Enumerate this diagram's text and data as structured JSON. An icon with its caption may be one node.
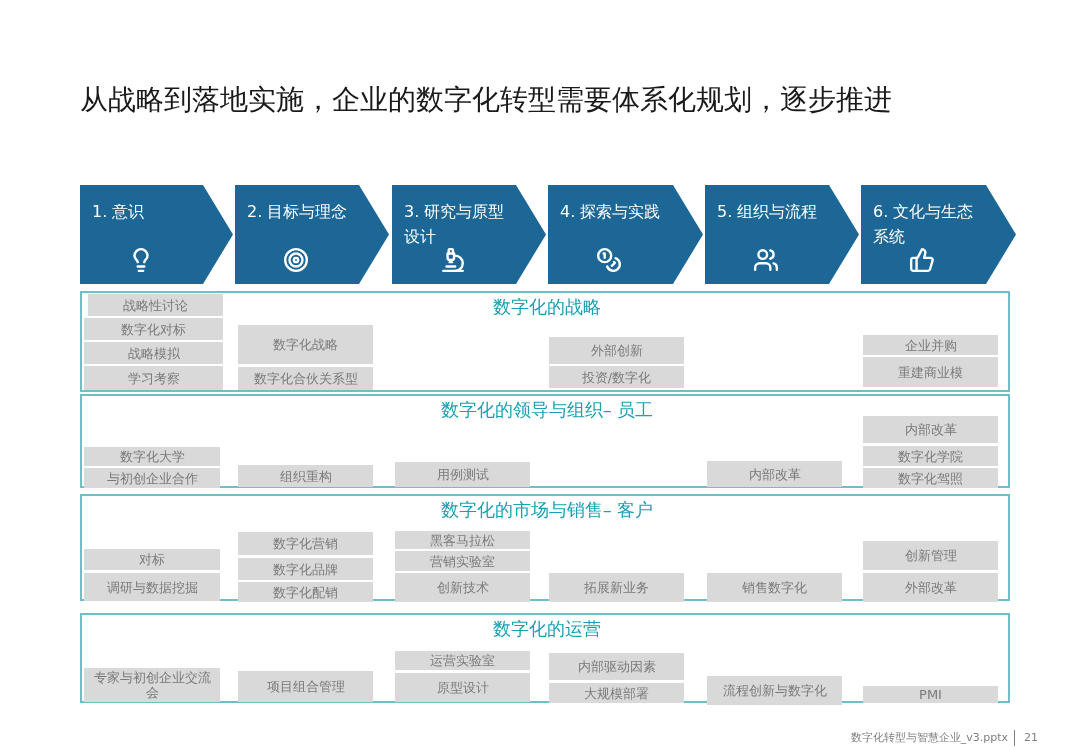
{
  "diagram": {
    "title": "从战略到落地实施，企业的数字化转型需要体系化规划，逐步推进",
    "nodes": [
      {
        "text": [
          "1. 意识"
        ]
      },
      {
        "text": [
          "2. 目标与理念"
        ]
      },
      {
        "text": [
          "3. 研究与原型设计"
        ]
      },
      {
        "text": [
          "4. 探索与实践"
        ]
      },
      {
        "text": [
          "5. 组织与流程"
        ]
      },
      {
        "text": [
          "6. 文化与生态系统"
        ]
      },
      {
        "text": [
          "数字化的战略"
        ]
      },
      {
        "text": [
          "战略性讨论"
        ],
        "in": 6
      },
      {
        "text": [
          "数字化对标"
        ],
        "in": 6
      },
      {
        "text": [
          "战略模拟"
        ],
        "in": 6
      },
      {
        "text": [
          "学习考察"
        ],
        "in": 6
      },
      {
        "text": [
          "数字化战略"
        ],
        "in": 6
      },
      {
        "text": [
          "数字化合伙关系型"
        ],
        "in": 6
      },
      {
        "text": [
          "外部创新"
        ],
        "in": 6
      },
      {
        "text": [
          "投资/数字化"
        ],
        "in": 6
      },
      {
        "text": [
          "企业并购"
        ],
        "in": 6
      },
      {
        "text": [
          "重建商业模"
        ],
        "in": 6
      },
      {
        "text": [
          "数字化的领导与组织– 员工"
        ]
      },
      {
        "text": [
          "数字化大学"
        ],
        "in": 17
      },
      {
        "text": [
          "与初创企业合作"
        ],
        "in": 17
      },
      {
        "text": [
          "组织重构"
        ],
        "in": 17
      },
      {
        "text": [
          "用例测试"
        ],
        "in": 17
      },
      {
        "text": [
          "内部改革"
        ],
        "in": 17
      },
      {
        "text": [
          "内部改革"
        ],
        "in": 17
      },
      {
        "text": [
          "数字化学院"
        ],
        "in": 17
      },
      {
        "text": [
          "数字化驾照"
        ],
        "in": 17
      },
      {
        "text": [
          "数字化的市场与销售– 客户"
        ]
      },
      {
        "text": [
          "对标"
        ],
        "in": 26
      },
      {
        "text": [
          "调研与数据挖掘"
        ],
        "in": 26
      },
      {
        "text": [
          "数字化营销"
        ],
        "in": 26
      },
      {
        "text": [
          "数字化品牌"
        ],
        "in": 26
      },
      {
        "text": [
          "数字化配销"
        ],
        "in": 26
      },
      {
        "text": [
          "黑客马拉松"
        ],
        "in": 26
      },
      {
        "text": [
          "营销实验室"
        ],
        "in": 26
      },
      {
        "text": [
          "创新技术"
        ],
        "in": 26
      },
      {
        "text": [
          "拓展新业务"
        ],
        "in": 26
      },
      {
        "text": [
          "销售数字化"
        ],
        "in": 26
      },
      {
        "text": [
          "创新管理"
        ],
        "in": 26
      },
      {
        "text": [
          "外部改革"
        ],
        "in": 26
      },
      {
        "text": [
          "数字化的运营"
        ]
      },
      {
        "text": [
          "专家与初创企业交流会"
        ],
        "in": 39
      },
      {
        "text": [
          "项目组合管理"
        ],
        "in": 39
      },
      {
        "text": [
          "运营实验室"
        ],
        "in": 39
      },
      {
        "text": [
          "原型设计"
        ],
        "in": 39
      },
      {
        "text": [
          "内部驱动因素"
        ],
        "in": 39
      },
      {
        "text": [
          "大规模部署"
        ],
        "in": 39
      },
      {
        "text": [
          "流程创新与数字化"
        ],
        "in": 39
      },
      {
        "text": [
          "PMI"
        ],
        "in": 39
      }
    ],
    "labels": [
      "数字化转型与智慧企业_v3.pptx",
      "21"
    ]
  }
}
